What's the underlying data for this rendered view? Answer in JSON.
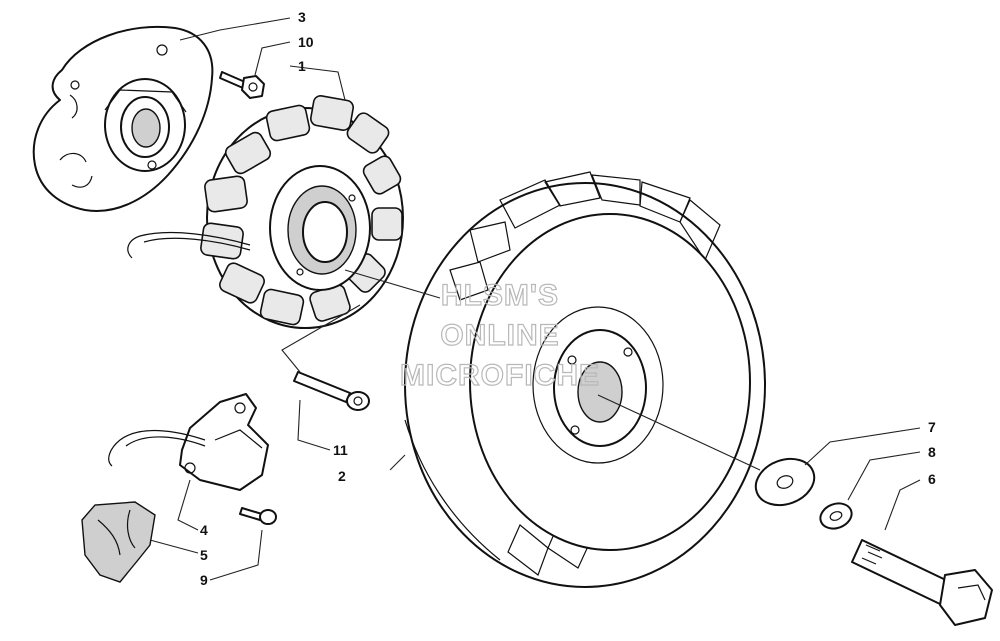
{
  "callouts": {
    "c1": "1",
    "c2": "2",
    "c3": "3",
    "c4": "4",
    "c5": "5",
    "c6": "6",
    "c7": "7",
    "c8": "8",
    "c9": "9",
    "c10": "10",
    "c11": "11"
  },
  "watermark": {
    "line1": "HLSM'S",
    "line2": "ONLINE",
    "line3": "MICROFICHE"
  }
}
